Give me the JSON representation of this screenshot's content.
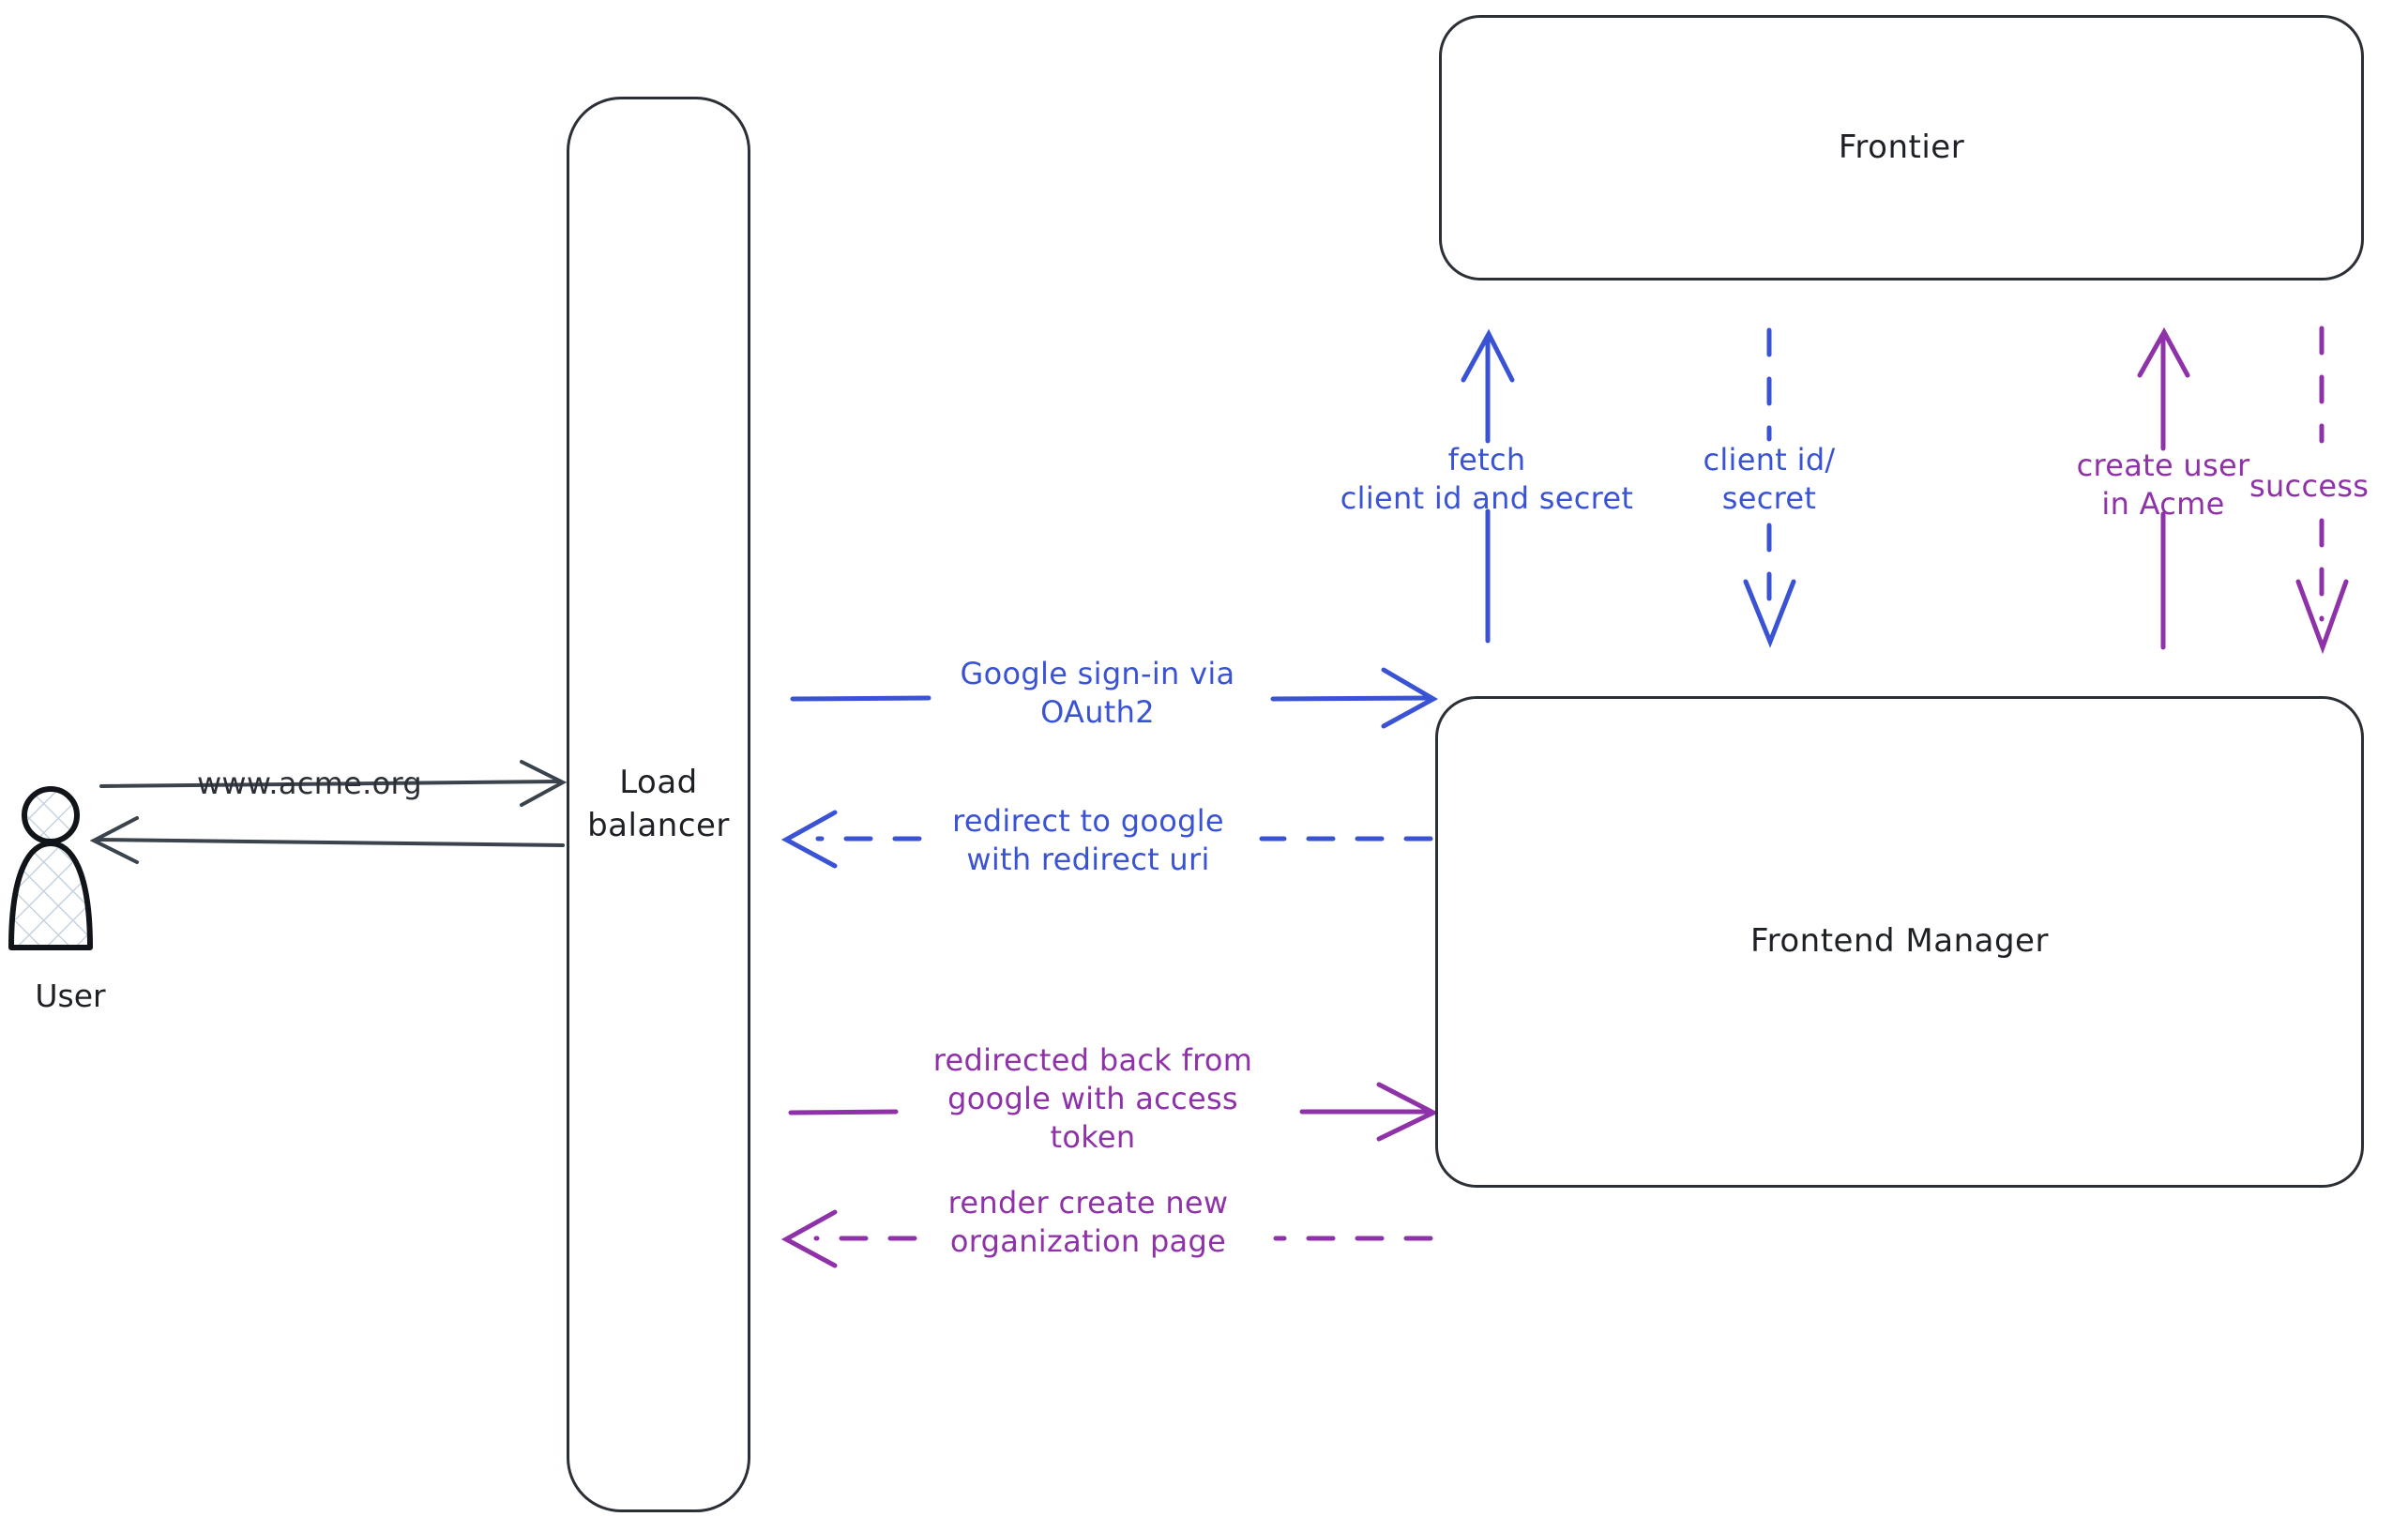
{
  "diagram": {
    "title": "Google OAuth2 sign-in sequence",
    "colors": {
      "stroke_dark": "#2b2f36",
      "blue": "#3a53d4",
      "purple": "#8f31a8",
      "background": "#ffffff",
      "actor_fill": "#c9d6e4"
    }
  },
  "actors": {
    "user": {
      "label": "User",
      "icon": "user-actor-icon"
    }
  },
  "nodes": {
    "load_balancer": {
      "label": "Load\nbalancer"
    },
    "frontier": {
      "label": "Frontier"
    },
    "frontend_manager": {
      "label": "Frontend\nManager"
    }
  },
  "edges": {
    "user_to_lb": {
      "label": "www.acme.org",
      "style": "solid",
      "direction": "right",
      "color": "#2b2f36"
    },
    "lb_to_user": {
      "label": "",
      "style": "solid",
      "direction": "left",
      "color": "#2b2f36"
    },
    "lb_to_fm_signin": {
      "label": "Google sign-in via\nOAuth2",
      "style": "solid",
      "direction": "right",
      "color": "#3a53d4"
    },
    "fm_to_lb_redirect": {
      "label": "redirect to google\nwith redirect uri",
      "style": "dashed",
      "direction": "left",
      "color": "#3a53d4"
    },
    "lb_to_fm_token": {
      "label": "redirected back from\ngoogle with access\ntoken",
      "style": "solid",
      "direction": "right",
      "color": "#8f31a8"
    },
    "fm_to_lb_render": {
      "label": "render create new\norganization page",
      "style": "dashed",
      "direction": "left",
      "color": "#8f31a8"
    },
    "fm_to_frontier_fetch": {
      "label": "fetch\nclient id and secret",
      "style": "solid",
      "direction": "up",
      "color": "#3a53d4"
    },
    "frontier_to_fm_creds": {
      "label": "client id/\nsecret",
      "style": "dashed",
      "direction": "down",
      "color": "#3a53d4"
    },
    "fm_to_frontier_create": {
      "label": "create user\nin Acme",
      "style": "solid",
      "direction": "up",
      "color": "#8f31a8"
    },
    "frontier_to_fm_success": {
      "label": "success",
      "style": "dashed",
      "direction": "down",
      "color": "#8f31a8"
    }
  }
}
